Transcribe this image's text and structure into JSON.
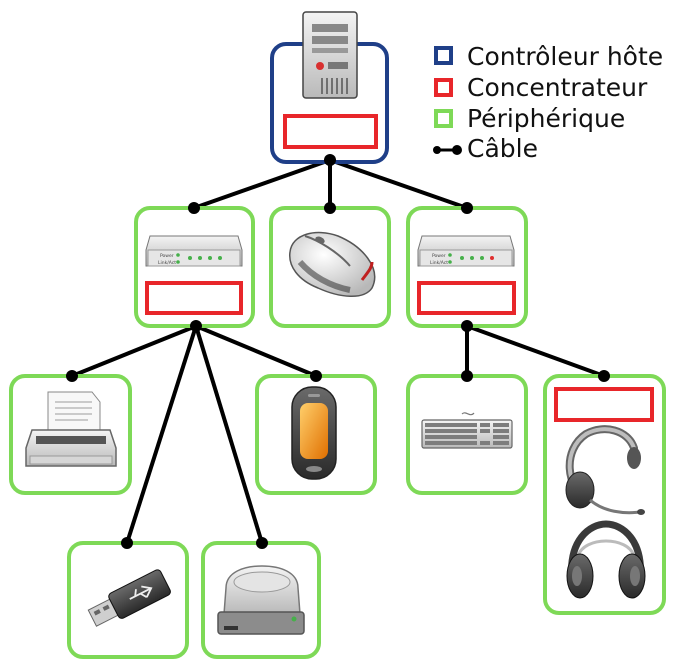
{
  "legend": {
    "controller": {
      "label": "Contrôleur hôte",
      "color": "#1f3f88"
    },
    "hub": {
      "label": "Concentrateur",
      "color": "#e8262a"
    },
    "device": {
      "label": "Périphérique",
      "color": "#7ed957"
    },
    "cable": {
      "label": "Câble",
      "color": "#000000"
    }
  },
  "nodes": {
    "host": {
      "type": "controller",
      "icon": "server-tower-icon",
      "has_hub": true
    },
    "hub_left": {
      "type": "device",
      "icon": "usb-hub-icon",
      "has_hub": true,
      "led_labels": [
        "Power",
        "Link/Act"
      ]
    },
    "mouse": {
      "type": "device",
      "icon": "mouse-icon"
    },
    "hub_right": {
      "type": "device",
      "icon": "usb-hub-icon",
      "has_hub": true,
      "led_labels": [
        "Power",
        "Link/Act"
      ]
    },
    "printer": {
      "type": "device",
      "icon": "printer-icon"
    },
    "phone": {
      "type": "device",
      "icon": "mobile-phone-icon"
    },
    "keyboard": {
      "type": "device",
      "icon": "keyboard-icon"
    },
    "headset_combo": {
      "type": "device",
      "icon": "headset-icon",
      "has_hub": true,
      "secondary_icon": "headphones-icon"
    },
    "usb_stick": {
      "type": "device",
      "icon": "usb-stick-icon"
    },
    "hard_drive": {
      "type": "device",
      "icon": "hard-drive-icon"
    }
  },
  "edges": [
    [
      "host",
      "hub_left"
    ],
    [
      "host",
      "mouse"
    ],
    [
      "host",
      "hub_right"
    ],
    [
      "hub_left",
      "printer"
    ],
    [
      "hub_left",
      "usb_stick"
    ],
    [
      "hub_left",
      "hard_drive"
    ],
    [
      "hub_left",
      "phone"
    ],
    [
      "hub_right",
      "keyboard"
    ],
    [
      "hub_right",
      "headset_combo"
    ]
  ]
}
